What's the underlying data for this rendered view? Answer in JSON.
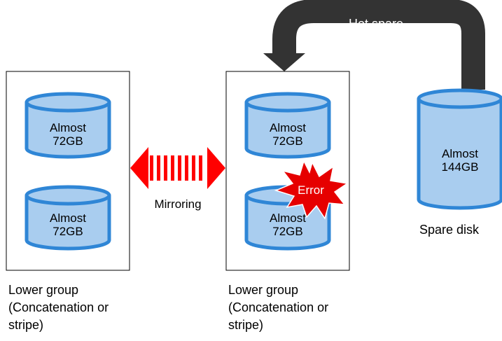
{
  "hot_spare_label": "Hot spare",
  "mirroring_label": "Mirroring",
  "error_label": "Error",
  "spare_disk": {
    "line1": "Almost",
    "line2": "144GB",
    "label": "Spare disk"
  },
  "left_group": {
    "disk_top": {
      "line1": "Almost",
      "line2": "72GB"
    },
    "disk_bottom": {
      "line1": "Almost",
      "line2": "72GB"
    },
    "caption": {
      "line1": "Lower group",
      "line2": "(Concatenation or",
      "line3": "stripe)"
    }
  },
  "right_group": {
    "disk_top": {
      "line1": "Almost",
      "line2": "72GB"
    },
    "disk_bottom": {
      "line1": "Almost",
      "line2": "72GB"
    },
    "caption": {
      "line1": "Lower group",
      "line2": "(Concatenation or",
      "line3": "stripe)"
    }
  },
  "colors": {
    "disk_fill": "#a9cdef",
    "disk_stroke": "#2f86d6",
    "mirror_arrow": "#ff0000",
    "hot_spare_arrow": "#333333",
    "error_burst": "#e60000"
  }
}
